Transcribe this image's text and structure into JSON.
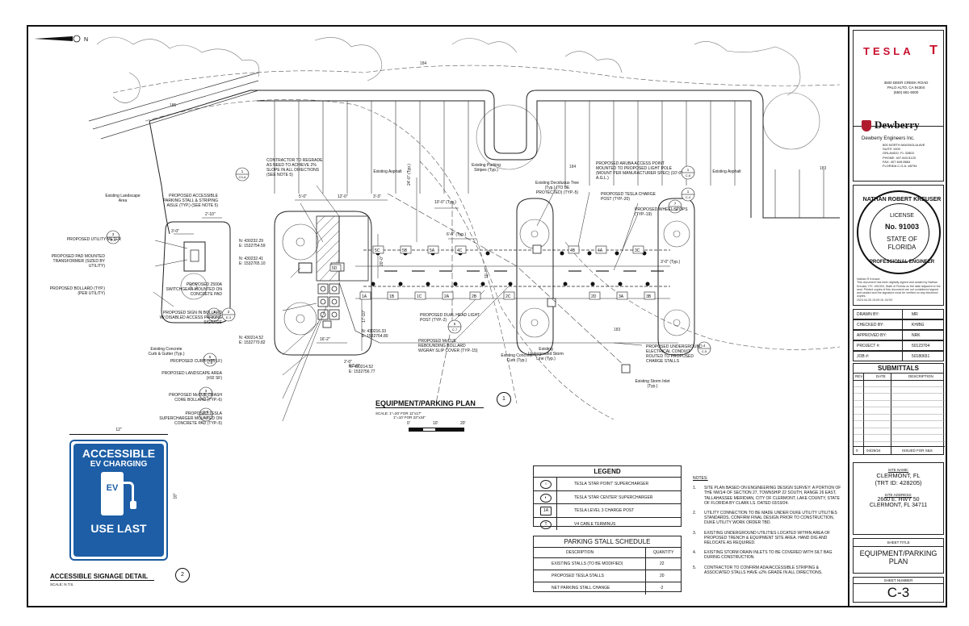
{
  "plan": {
    "title": "EQUIPMENT/PARKING PLAN",
    "number": "1",
    "scale1": "SCALE: 1\"=20' FOR 11\"x17\"",
    "scale2": "1\"=10' FOR 22\"x34\"",
    "bar_labels": [
      "0'",
      "10'",
      "20'"
    ],
    "contours": [
      "184",
      "185",
      "184",
      "183",
      "183"
    ]
  },
  "callouts": [
    {
      "ref": "1",
      "sheet": "C3-A",
      "text": "CONTRACTOR TO REGRADE AS NEED TO ACHIEVE 2% SLOPE IN ALL DIRECTIONS (SEE NOTE 5)"
    },
    {
      "text": "PROPOSED ACCESSIBLE PARKING STALL & STRIPING AISLE (TYP.) (SEE NOTE 5)"
    },
    {
      "ref": "3",
      "sheet": "E-3",
      "text": "PROPOSED UTILITY METER"
    },
    {
      "text": "PROPOSED PAD MOUNTED TRANSFORMER (SIZED BY UTILITY)"
    },
    {
      "text": "PROPOSED BOLLARD (TYP.) (PER UTILITY)"
    },
    {
      "text": "PROPOSED 2500A SWITCHGEAR MOUNTED ON CONCRETE PAD"
    },
    {
      "ref": "3",
      "sheet": "C-5",
      "ref2": "2",
      "sheet2": "E-3",
      "text": "PROPOSED SIGN IN BOLLARD W/ DISABLED ACCESS PARKING SIGNAGE"
    },
    {
      "ref": "6",
      "sheet": "C-6",
      "text": "PROPOSED CURB (±85 LF)"
    },
    {
      "text": "PROPOSED LANDSCAPE AREA (±92 SF)"
    },
    {
      "ref": "3",
      "sheet": "C-6",
      "text": "PROPOSED McCUE CRASH CORE BOLLARD (TYP.-6)"
    },
    {
      "ref": "1-3",
      "sheet": "C-5",
      "text": "PROPOSED TESLA SUPERCHARGER MOUNTED ON CONCRETE PAD (TYP.-5)"
    },
    {
      "text": "PROPOSED DUAL HEAD LIGHT POST (TYP.-2)"
    },
    {
      "ref": "5",
      "sheet": "C-7"
    },
    {
      "text": "PROPOSED McCUE REBOUNDING BOLLARD W/GRAY SLIP COVER (TYP.-15)"
    },
    {
      "text": "PROPOSED ARUBA ACCESS POINT MOUNTED TO PROPOSED LIGHT POLE (MOUNT PER MANUFACTURER SPEC) (10'-0\" A.G.L.)"
    },
    {
      "ref": "1",
      "sheet": "C-6"
    },
    {
      "text": "PROPOSED TESLA CHARGE POST (TYP.-20)"
    },
    {
      "ref": "1",
      "sheet": "C-4"
    },
    {
      "text": "PROPOSED WHEEL STOPS (TYP.-19)"
    },
    {
      "ref": "7",
      "sheet": "C-6"
    },
    {
      "text": "PROPOSED UNDERGROUND ELECTRICAL CONDUIT ROUTED TO PROPOSED CHARGE STALLS"
    },
    {
      "ref": "4",
      "sheet": "C-5"
    }
  ],
  "existing_labels": [
    "Existing Landscape Area",
    "Existing Asphalt",
    "Existing Parking Stripes (Typ.)",
    "Existing Deciduous Tree (Typ.) (TO BE PROTECTED) (TYP.-5)",
    "Existing Asphalt",
    "Existing Concrete Curb & Gutter (Typ.)",
    "Existing Concrete Curb (Typ.)",
    "Existing Underground Storm Line (Typ.)",
    "Existing Storm Inlet (Typ.)"
  ],
  "coords": [
    {
      "n": "N: 430232.29",
      "e": "E: 1532754.59"
    },
    {
      "n": "N: 430232.41",
      "e": "E: 1532765.10"
    },
    {
      "n": "N: 430214.52",
      "e": "E: 1532770.82"
    },
    {
      "n": "N: 430216.33",
      "e": "E: 1532754.80"
    },
    {
      "n": "N: 430214.52",
      "e": "E: 1532756.77"
    }
  ],
  "dims": [
    "5'-0\"",
    "12'-0\"",
    "3'-3\"",
    "3'-0\"",
    "2'-10\"",
    "20'-0\"",
    "24'-0\" (Typ.)",
    "10'-0\" (Typ.)",
    "6'-6\" (Typ.)",
    "11'-0\"",
    "17'-10\"",
    "16'-2\"",
    "R2'-0\"",
    "3'-0\" (Typ.)",
    "2'-0\""
  ],
  "stalls_top": [
    "5C",
    "5B",
    "5A",
    "4C",
    "4B",
    "4A",
    "3C"
  ],
  "stalls_bottom": [
    "1A",
    "1B",
    "1C",
    "2A",
    "2B",
    "2C",
    "2D",
    "3A",
    "3B"
  ],
  "switchgear": "5D",
  "signage": {
    "title": "ACCESSIBLE SIGNAGE DETAIL",
    "number": "2",
    "scale": "SCALE: N.T.S.",
    "line1": "ACCESSIBLE",
    "line2": "EV CHARGING",
    "ev": "EV",
    "line3": "USE LAST",
    "width_dim": "12\"",
    "height_dim": "18\""
  },
  "legend": {
    "title": "LEGEND",
    "rows": [
      {
        "sym": "○",
        "label": "TESLA 'STAR POINT' SUPERCHARGER"
      },
      {
        "sym": "◐",
        "label": "TESLA 'STAR CENTER' SUPERCHARGER"
      },
      {
        "sym": "1A",
        "label": "TESLA LEVEL 3 CHARGE POST"
      },
      {
        "sym": "T",
        "label": "V4 CABLE TERMINUS"
      }
    ]
  },
  "schedule": {
    "title": "PARKING STALL SCHEDULE",
    "headers": [
      "DESCRIPTION",
      "QUANTITY"
    ],
    "rows": [
      {
        "d": "EXISTING STALLS (TO BE MODIFIED)",
        "q": "22"
      },
      {
        "d": "PROPOSED TESLA STALLS",
        "q": "20"
      },
      {
        "d": "NET PARKING STALL CHANGE",
        "q": "-2"
      }
    ]
  },
  "notes": {
    "title": "NOTES:",
    "items": [
      {
        "n": "1.",
        "t": "SITE PLAN BASED ON ENGINEERING DESIGN SURVEY: A PORTION OF THE NW1/4 OF SECTION 27, TOWNSHIP 22 SOUTH, RANGE 26 EAST, TALLAHASSEE MERIDIAN, CITY OF CLERMONT, LAKE COUNTY, STATE OF FLORIDA BY CLARK LS. DATED 03/19/24."
      },
      {
        "n": "2.",
        "t": "UTILITY CONNECTION TO BE MADE UNDER DUKE UTILITY UTILITIES STANDARDS, CONFIRM FINAL DESIGN PRIOR TO CONSTRUCTION, DUKE UTILITY WORK ORDER TBD."
      },
      {
        "n": "3.",
        "t": "EXISTING UNDERGROUND UTILITIES LOCATED WITHIN AREA OF PROPOSED TRENCH & EQUIPMENT SITE AREA. HAND DIG AND RELOCATE AS REQUIRED."
      },
      {
        "n": "4.",
        "t": "EXISTING STORM DRAIN INLETS TO BE COVERED WITH SILT BAG DURING CONSTRUCTION."
      },
      {
        "n": "5.",
        "t": "CONTRACTOR TO CONFIRM ADA/ACCESSIBLE STRIPING & ASSOCIATED STALLS HAVE ≤2% GRADE IN ALL DIRECTIONS."
      }
    ]
  },
  "titleblock": {
    "tesla_logo": "TESLA",
    "tesla_addr": [
      "3500 DEER CREEK ROAD",
      "PALO ALTO, CA 94304",
      "(650) 681-5000"
    ],
    "dewberry_logo": "Dewberry",
    "dewberry_name": "Dewberry Engineers Inc.",
    "dewberry_addr": [
      "800 NORTH MAGNOLIA AVE",
      "SUITE 1000",
      "ORLANDO, FL 32803",
      "PHONE: 407.843.5120",
      "FAX: 407.649.8664",
      "FLORIDA C.O.A. #8794"
    ],
    "seal_name": "NATHAN ROBERT KREUSER",
    "seal_license": "LICENSE",
    "seal_no": "No. 91003",
    "seal_state": [
      "STATE OF",
      "FLORIDA"
    ],
    "seal_bottom": "PROFESSIONAL ENGINEER",
    "seal_text": [
      "Nathan R Kreuser",
      "This document has been digitally signed and sealed by Nathan Kreuser, P.E. #91003, State of Florida on the date adjacent to the seal. Printed copies of this document are not considered signed and sealed and the signature must be verified on any electronic copies.",
      "2024.04.26 15:09:15 -04'00'"
    ],
    "fields": [
      {
        "label": "DRAWN BY:",
        "value": "MR"
      },
      {
        "label": "CHECKED BY:",
        "value": "KH/BG"
      },
      {
        "label": "APPROVED BY:",
        "value": "NRK"
      },
      {
        "label": "PROJECT #:",
        "value": "50123704"
      },
      {
        "label": "JOB #:",
        "value": "50180651"
      }
    ],
    "submittals_title": "SUBMITTALS",
    "submittals_headers": [
      "REV.",
      "DATE",
      "DESCRIPTION"
    ],
    "submittal": {
      "rev": "0",
      "date": "04/26/24",
      "desc": "ISSUED FOR S&S"
    },
    "site_name_label": "SITE NAME:",
    "site_name": [
      "CLERMONT, FL",
      "(TRT ID: 428205)"
    ],
    "site_addr_label": "SITE ADDRESS:",
    "site_addr": [
      "2660 E. HWY 50",
      "CLERMONT, FL 34711"
    ],
    "sheet_title_label": "SHEET TITLE",
    "sheet_title": [
      "EQUIPMENT/PARKING",
      "PLAN"
    ],
    "sheet_number_label": "SHEET NUMBER",
    "sheet_number": "C-3"
  }
}
